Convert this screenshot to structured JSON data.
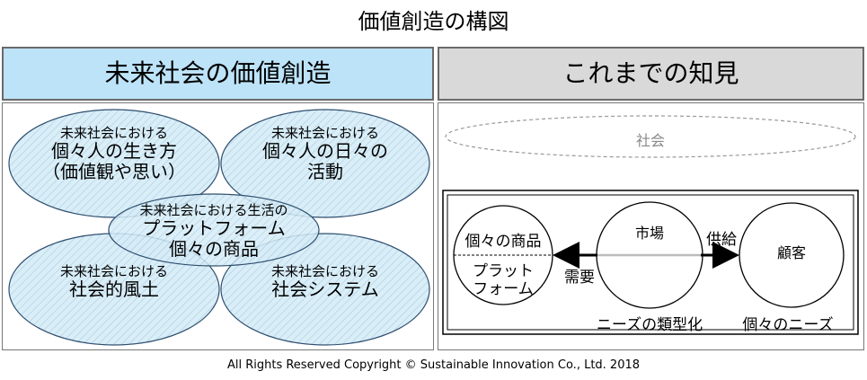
{
  "title": "価値創造の構図",
  "left_panel": {
    "header": "未来社会の価値創造",
    "ellipses": [
      {
        "prefix": "未来社会における",
        "line1": "個々人の生き方",
        "line2": "（価値観や思い）"
      },
      {
        "prefix": "未来社会における",
        "line1": "個々人の日々の",
        "line2": "活動"
      },
      {
        "prefix": "未来社会における",
        "line1": "社会的風土",
        "line2": ""
      },
      {
        "prefix": "未来社会における",
        "line1": "社会システム",
        "line2": ""
      }
    ],
    "center": {
      "prefix": "未来社会における生活の",
      "line1": "プラットフォーム",
      "line2": "個々の商品"
    }
  },
  "right_panel": {
    "header": "これまでの知見",
    "society": "社会",
    "product_circle": {
      "top": "個々の商品",
      "bottom": "プラット\nフォーム"
    },
    "market_circle": "市場",
    "customer_circle": "顧客",
    "demand": "需要",
    "supply": "供給",
    "needs_type": "ニーズの類型化",
    "needs_individual": "個々のニーズ"
  },
  "footer": "All Rights Reserved Copyright  © Sustainable Innovation  Co., Ltd.  2018",
  "colors": {
    "left_header": "#bde3f8",
    "right_header": "#d9d9d9",
    "ellipse_fill": "#d6ecf7"
  }
}
